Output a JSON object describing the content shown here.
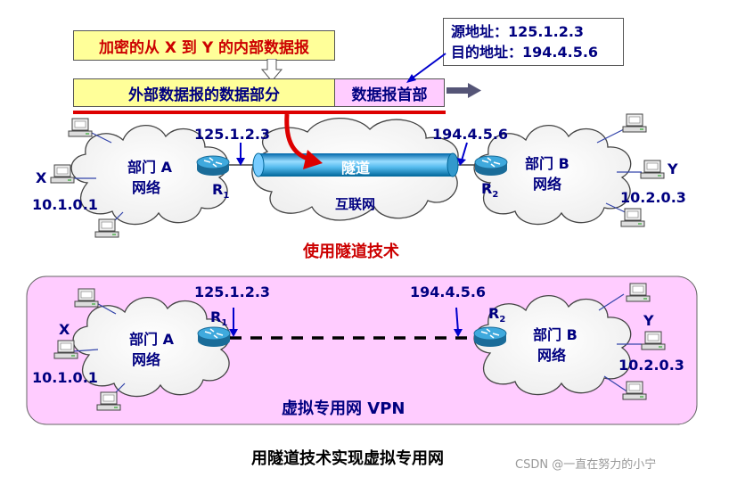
{
  "top": {
    "inner_packet": "加密的从 X 到 Y 的内部数据报",
    "outer_data": "外部数据报的数据部分",
    "outer_header": "数据报首部",
    "addr_src": "源地址：125.1.2.3",
    "addr_dst": "目的地址：194.4.5.6",
    "ip_r1": "125.1.2.3",
    "ip_r2": "194.4.5.6",
    "tunnel": "隧道",
    "internet": "互联网",
    "dept_a_l1": "部门 A",
    "dept_a_l2": "网络",
    "dept_b_l1": "部门 B",
    "dept_b_l2": "网络",
    "host_x": "X",
    "host_y": "Y",
    "ip_x": "10.1.0.1",
    "ip_y": "10.2.0.3",
    "r1": "R",
    "r1_sub": "1",
    "r2": "R",
    "r2_sub": "2",
    "caption": "使用隧道技术"
  },
  "bottom": {
    "ip_r1": "125.1.2.3",
    "ip_r2": "194.4.5.6",
    "dept_a_l1": "部门 A",
    "dept_a_l2": "网络",
    "dept_b_l1": "部门 B",
    "dept_b_l2": "网络",
    "host_x": "X",
    "host_y": "Y",
    "ip_x": "10.1.0.1",
    "ip_y": "10.2.0.3",
    "r1": "R",
    "r1_sub": "1",
    "r2": "R",
    "r2_sub": "2",
    "caption": "虚拟专用网 VPN"
  },
  "figure_title": "用隧道技术实现虚拟专用网",
  "watermark": "CSDN @一直在努力的小宁",
  "colors": {
    "packet_yellow": "#ffff99",
    "header_pink": "#ffccff",
    "vpn_bg": "#ffccff",
    "tunnel": "#66ccff",
    "router": "#3399cc",
    "red_text": "#cc0000",
    "blue_text": "#000080",
    "arrow_blue": "#0000cc"
  }
}
